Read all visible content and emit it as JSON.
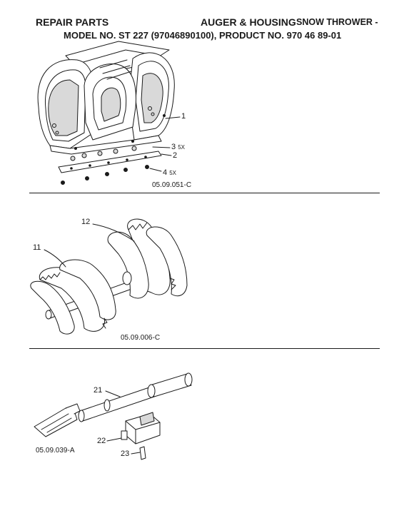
{
  "header": {
    "left": "REPAIR PARTS",
    "right": "AUGER & HOUSING",
    "right_extra": "SNOW THROWER -",
    "model_line": "MODEL NO. ST 227 (97046890100), PRODUCT NO. 970 46 89-01"
  },
  "figures": [
    {
      "code": "05.09.051-C",
      "callouts": [
        {
          "num": "1",
          "qty": ""
        },
        {
          "num": "2",
          "qty": ""
        },
        {
          "num": "3",
          "qty": "5X"
        },
        {
          "num": "4",
          "qty": "5X"
        }
      ]
    },
    {
      "code": "05.09.006-C",
      "callouts": [
        {
          "num": "11",
          "qty": ""
        },
        {
          "num": "12",
          "qty": ""
        }
      ]
    },
    {
      "code": "05.09.039-A",
      "callouts": [
        {
          "num": "21",
          "qty": ""
        },
        {
          "num": "22",
          "qty": ""
        },
        {
          "num": "23",
          "qty": ""
        }
      ]
    }
  ]
}
